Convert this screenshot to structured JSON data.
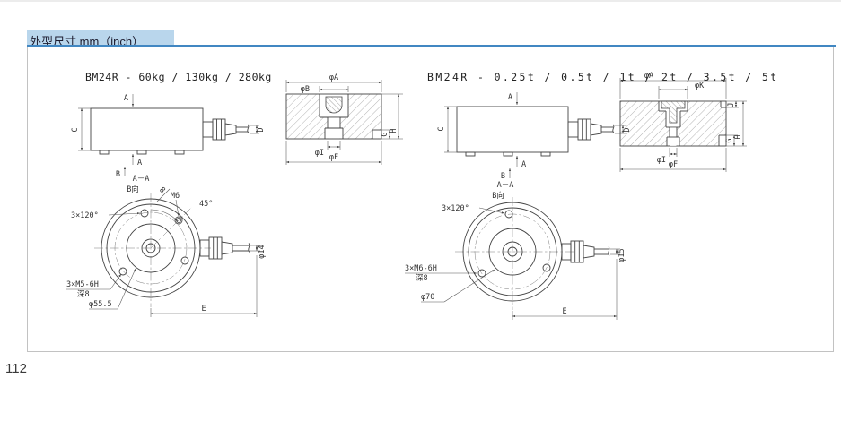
{
  "header": {
    "title": "外型尺寸 mm（inch）"
  },
  "page_number": "112",
  "left": {
    "title": "BM24R - 60kg / 130kg / 280kg",
    "side": {
      "a_top": "A",
      "a_bottom": "A",
      "b": "B",
      "c": "C",
      "d": "D"
    },
    "section": {
      "dia_a": "φA",
      "dia_b": "φB",
      "dia_i": "φI",
      "dia_f": "φF",
      "g": "G",
      "h": "H"
    },
    "top": {
      "section_label": "A－A",
      "view_label": "B向",
      "pattern": "3×120°",
      "thread": "M6",
      "angle": "45°",
      "eight": "8",
      "cable_dia": "φ14",
      "tap": "3×M5-6H",
      "tap_depth": "深8",
      "boss_dia": "φ55.5",
      "e": "E"
    }
  },
  "right": {
    "title": "BM24R - 0.25t / 0.5t / 1t / 2t / 3.5t / 5t",
    "side": {
      "a_top": "A",
      "a_bottom": "A",
      "b": "B",
      "c": "C",
      "d": "D"
    },
    "section": {
      "dia_a": "φA",
      "dia_k": "φK",
      "j": "J",
      "dia_i": "φI",
      "dia_f": "φF",
      "g": "G",
      "h": "H"
    },
    "top": {
      "section_label": "A－A",
      "view_label": "B向",
      "pattern": "3×120°",
      "tap": "3×M6-6H",
      "tap_depth": "深8",
      "bolt_dia": "φ70",
      "cable_dia": "φ15",
      "e": "E"
    }
  }
}
